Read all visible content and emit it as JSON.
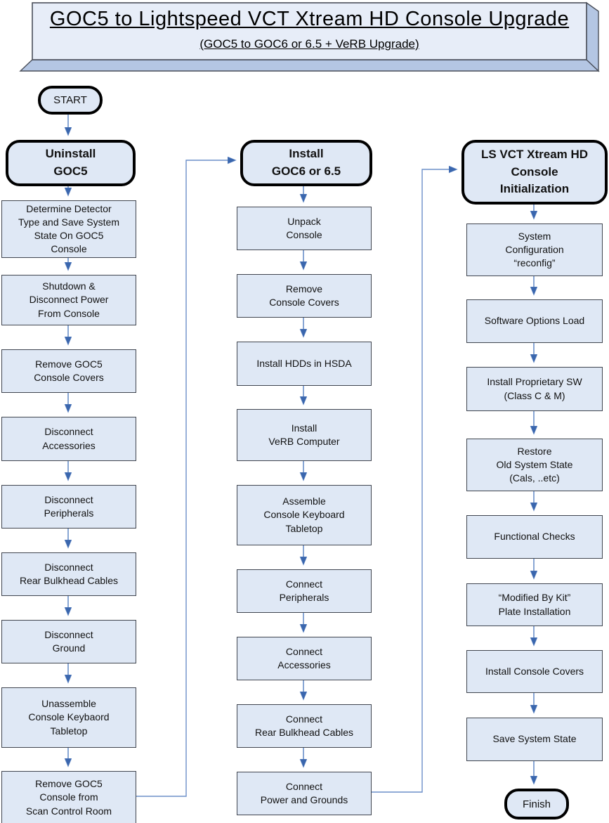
{
  "title": {
    "heading": "GOC5 to Lightspeed VCT Xtream HD Console Upgrade",
    "subtitle": "(GOC5 to GOC6 or 6.5 + VeRB Upgrade)"
  },
  "flow": {
    "start_label": "START",
    "finish_label": "Finish",
    "columns": [
      {
        "header": "Uninstall\nGOC5",
        "steps": [
          "Determine Detector\nType and Save System\nState On GOC5\nConsole",
          "Shutdown &\nDisconnect Power\nFrom Console",
          "Remove GOC5\nConsole Covers",
          "Disconnect\nAccessories",
          "Disconnect\nPeripherals",
          "Disconnect\nRear Bulkhead Cables",
          "Disconnect\nGround",
          "Unassemble\nConsole Keybaord\nTabletop",
          "Remove GOC5\nConsole from\nScan Control Room"
        ]
      },
      {
        "header": "Install\nGOC6 or 6.5",
        "steps": [
          "Unpack\nConsole",
          "Remove\nConsole Covers",
          "Install HDDs in HSDA",
          "Install\nVeRB Computer",
          "Assemble\nConsole Keyboard\nTabletop",
          "Connect\nPeripherals",
          "Connect\nAccessories",
          "Connect\nRear Bulkhead Cables",
          "Connect\nPower and Grounds"
        ]
      },
      {
        "header": "LS VCT Xtream HD\nConsole\nInitialization",
        "steps": [
          "System\nConfiguration\n“reconfig”",
          "Software Options Load",
          "Install Proprietary SW\n(Class C & M)",
          "Restore\nOld System State\n(Cals, ..etc)",
          "Functional Checks",
          "“Modified By Kit”\nPlate Installation",
          "Install Console Covers",
          "Save System State"
        ]
      }
    ]
  },
  "colors": {
    "node_fill": "#dfe8f5",
    "node_border": "#40454f",
    "banner_face": "#e7edf8",
    "banner_side": "#b4c6e3",
    "arrow_line": "#6b8fc9",
    "arrowhead": "#3a66ad"
  }
}
